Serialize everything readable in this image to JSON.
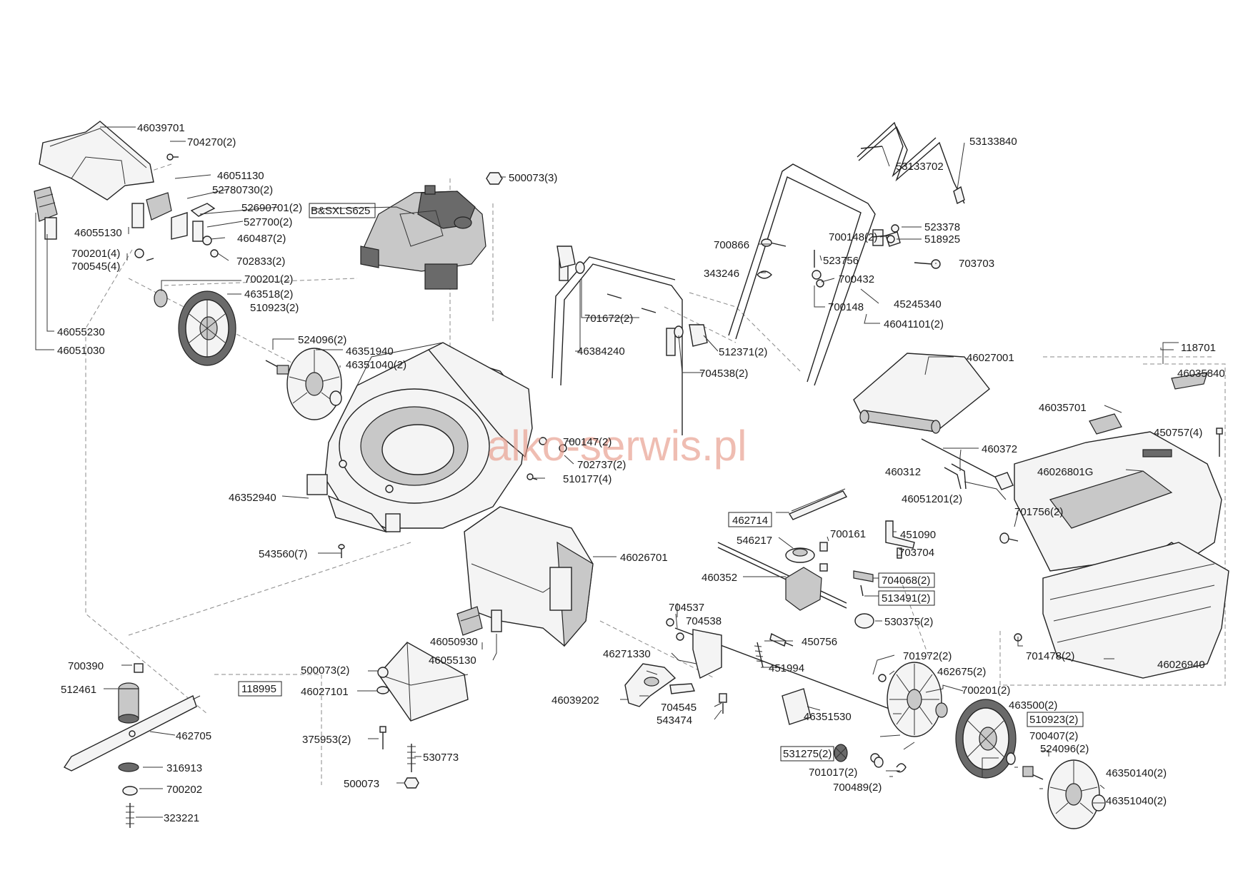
{
  "watermark": "alko-serwis.pl",
  "labels": {
    "p46039701": "46039701",
    "p704270": "704270(2)",
    "p46051130": "46051130",
    "p52780730": "52780730(2)",
    "p52690701": "52690701(2)",
    "p527700": "527700(2)",
    "p460487": "460487(2)",
    "p702833": "702833(2)",
    "p46055130a": "46055130",
    "p700201_4": "700201(4)",
    "p700545": "700545(4)",
    "p700201_2a": "700201(2)",
    "p463518": "463518(2)",
    "p510923a": "510923(2)",
    "p46055230": "46055230",
    "p46051030": "46051030",
    "p524096a": "524096(2)",
    "p46351940": "46351940",
    "p46351040a": "46351040(2)",
    "engine": "B&SXLS625",
    "p500073_3": "500073(3)",
    "p46352940": "46352940",
    "p700147": "700147(2)",
    "p702737": "702737(2)",
    "p510177": "510177(4)",
    "p543560": "543560(7)",
    "p46026701": "46026701",
    "p701672": "701672(2)",
    "p46384240": "46384240",
    "p512371": "512371(2)",
    "p704538_2": "704538(2)",
    "p53133840": "53133840",
    "p53133702": "53133702",
    "p523378": "523378",
    "p700148_2": "700148(2)",
    "p518925": "518925",
    "p700866": "700866",
    "p523756": "523756",
    "p703703": "703703",
    "p343246": "343246",
    "p700432": "700432",
    "p700148": "700148",
    "p45245340": "45245340",
    "p46041101": "46041101(2)",
    "p46027001": "46027001",
    "p460372": "460372",
    "p460312": "460312",
    "p46051201": "46051201(2)",
    "p118701": "118701",
    "p46035840": "46035840",
    "p46035701": "46035701",
    "p450757": "450757(4)",
    "p46026801G": "46026801G",
    "p701756": "701756(2)",
    "p701478": "701478(2)",
    "p46026940": "46026940",
    "p462714": "462714",
    "p451090": "451090",
    "p546217": "546217",
    "p700161": "700161",
    "p703704": "703704",
    "p460352": "460352",
    "p704068": "704068(2)",
    "p513491": "513491(2)",
    "p530375": "530375(2)",
    "p450756": "450756",
    "p451994": "451994",
    "p704537": "704537",
    "p704538": "704538",
    "p46271330": "46271330",
    "p46039202": "46039202",
    "p704545": "704545",
    "p543474": "543474",
    "p46351530": "46351530",
    "p701972": "701972(2)",
    "p462675": "462675(2)",
    "p700201_2b": "700201(2)",
    "p463500": "463500(2)",
    "p510923b": "510923(2)",
    "p700407": "700407(2)",
    "p524096b": "524096(2)",
    "p46350140": "46350140(2)",
    "p46351040b": "46351040(2)",
    "p531275": "531275(2)",
    "p701017": "701017(2)",
    "p700489": "700489(2)",
    "p46050930": "46050930",
    "p46055130b": "46055130",
    "p500073_2": "500073(2)",
    "p46027101": "46027101",
    "p375953": "375953(2)",
    "p530773": "530773",
    "p500073": "500073",
    "p700390": "700390",
    "p512461": "512461",
    "p118995": "118995",
    "p462705": "462705",
    "p316913": "316913",
    "p700202": "700202",
    "p323221": "323221"
  }
}
